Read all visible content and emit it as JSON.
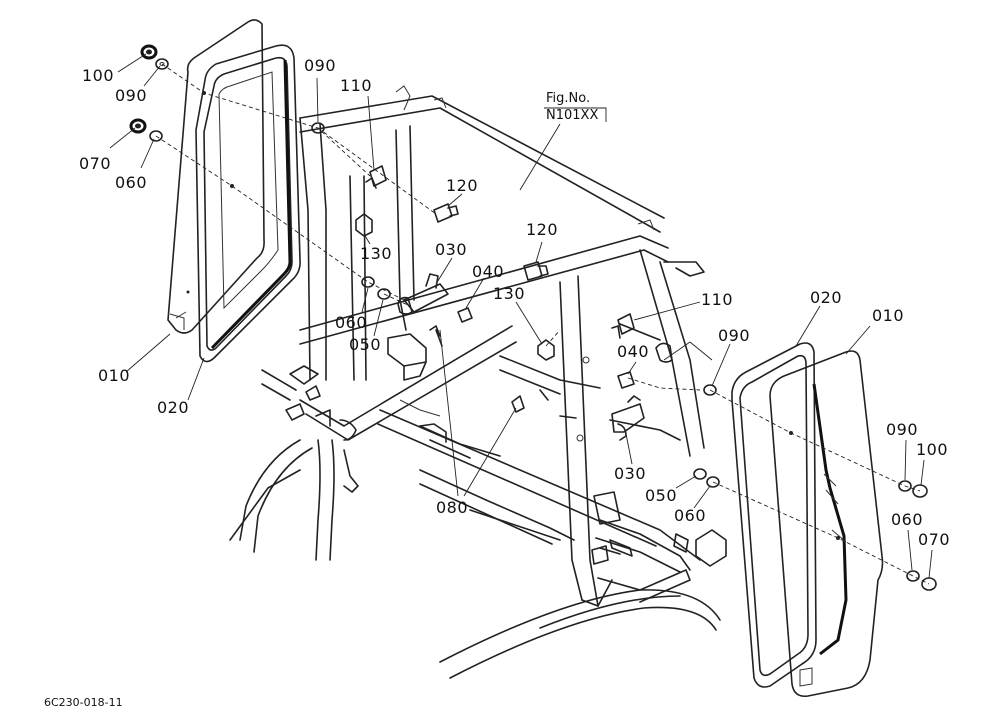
{
  "callouts": [
    {
      "id": "p100_l",
      "text": "100"
    },
    {
      "id": "p090_l1",
      "text": "090"
    },
    {
      "id": "p070_l",
      "text": "070"
    },
    {
      "id": "p060_l1",
      "text": "060"
    },
    {
      "id": "p090_top",
      "text": "090"
    },
    {
      "id": "p110_top",
      "text": "110"
    },
    {
      "id": "p120_top",
      "text": "120"
    },
    {
      "id": "p130_l",
      "text": "130"
    },
    {
      "id": "p030_top",
      "text": "030"
    },
    {
      "id": "p040_top",
      "text": "040"
    },
    {
      "id": "p060_mid",
      "text": "060"
    },
    {
      "id": "p050_mid",
      "text": "050"
    },
    {
      "id": "p010_l",
      "text": "010"
    },
    {
      "id": "p020_l",
      "text": "020"
    },
    {
      "id": "p120_mid",
      "text": "120"
    },
    {
      "id": "p130_mid",
      "text": "130"
    },
    {
      "id": "p110_r",
      "text": "110"
    },
    {
      "id": "p040_r",
      "text": "040"
    },
    {
      "id": "p090_r",
      "text": "090"
    },
    {
      "id": "p030_r",
      "text": "030"
    },
    {
      "id": "p080",
      "text": "080"
    },
    {
      "id": "p050_r",
      "text": "050"
    },
    {
      "id": "p060_r",
      "text": "060"
    },
    {
      "id": "p020_r",
      "text": "020"
    },
    {
      "id": "p010_r",
      "text": "010"
    },
    {
      "id": "p090_rr",
      "text": "090"
    },
    {
      "id": "p100_r",
      "text": "100"
    },
    {
      "id": "p060_rr",
      "text": "060"
    },
    {
      "id": "p070_r",
      "text": "070"
    }
  ],
  "figure_ref": {
    "line1": "Fig.No.",
    "line2": "N101XX"
  },
  "drawing_code": "6C230-018-11"
}
